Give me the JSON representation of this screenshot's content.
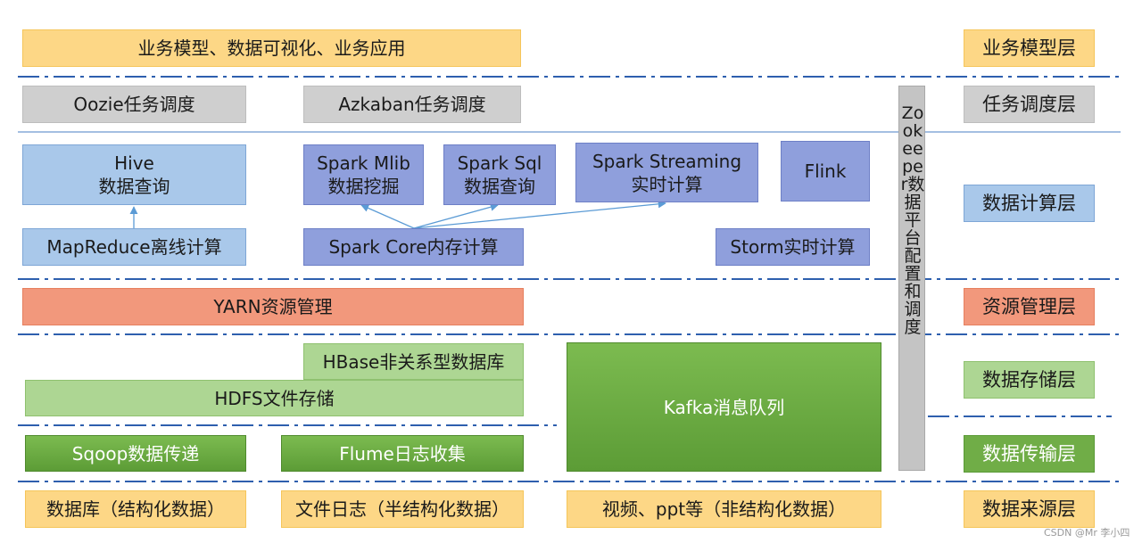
{
  "layers": {
    "business_model": "业务模型层",
    "task_scheduling": "任务调度层",
    "data_compute": "数据计算层",
    "resource_mgmt": "资源管理层",
    "data_storage": "数据存储层",
    "data_transfer": "数据传输层",
    "data_source": "数据来源层"
  },
  "boxes": {
    "business_apps": "业务模型、数据可视化、业务应用",
    "oozie": "Oozie任务调度",
    "azkaban": "Azkaban任务调度",
    "hive_line1": "Hive",
    "hive_line2": "数据查询",
    "spark_mlib_line1": "Spark Mlib",
    "spark_mlib_line2": "数据挖掘",
    "spark_sql_line1": "Spark Sql",
    "spark_sql_line2": "数据查询",
    "spark_streaming_line1": "Spark Streaming",
    "spark_streaming_line2": "实时计算",
    "flink": "Flink",
    "mapreduce": "MapReduce离线计算",
    "spark_core": "Spark Core内存计算",
    "storm": "Storm实时计算",
    "yarn": "YARN资源管理",
    "hbase": "HBase非关系型数据库",
    "hdfs": "HDFS文件存储",
    "kafka": "Kafka消息队列",
    "sqoop": "Sqoop数据传递",
    "flume": "Flume日志收集",
    "source_db": "数据库（结构化数据）",
    "source_files": "文件日志（半结构化数据）",
    "source_media": "视频、ppt等（非结构化数据）"
  },
  "zookeeper_label": "Zookeeper数据平台配置和调度",
  "watermark": "CSDN @Mr 李小四",
  "colors": {
    "divider": "#2e5fae",
    "arrow": "#5b9bd5",
    "yellow": "#fdd786",
    "gray": "#cfcfcf",
    "light_blue": "#a9c8ea",
    "purple_blue": "#8f9fdc",
    "salmon": "#f2987c",
    "light_green": "#add693",
    "green": "#70ad47"
  }
}
